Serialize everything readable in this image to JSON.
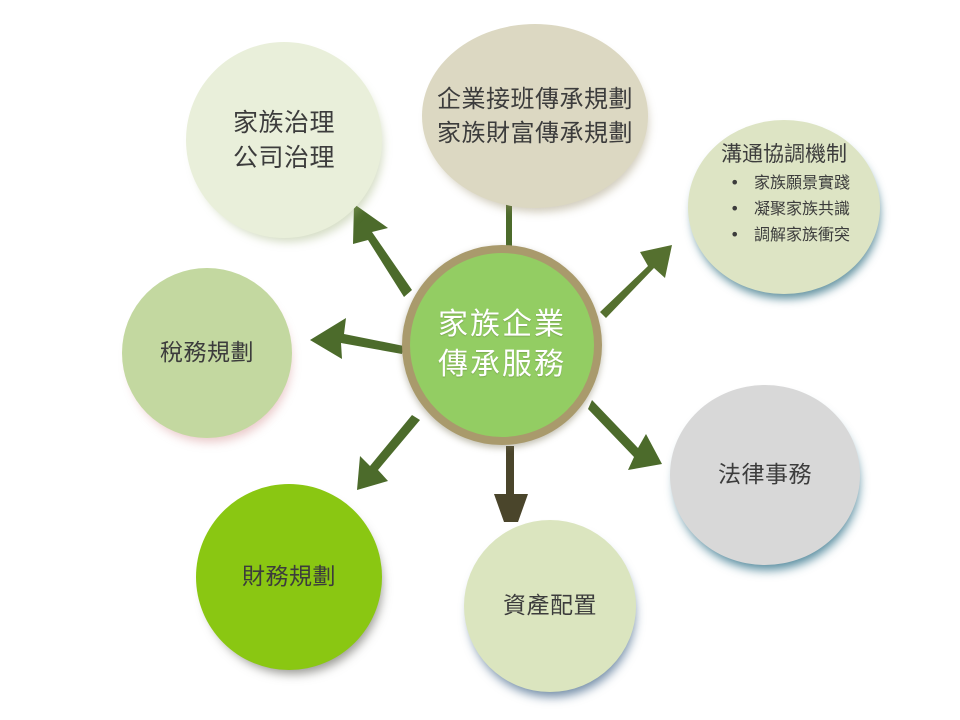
{
  "diagram": {
    "title": "家族企業傳承服務",
    "type": "hub-and-spoke",
    "background_color": "#ffffff",
    "hub": {
      "id": "hub",
      "lines": [
        "家族企業",
        "傳承服務"
      ],
      "fill_color": "#93cd63",
      "ring_color": "#a99a6c",
      "text_color": "#ffffff"
    },
    "nodes": [
      {
        "id": "governance",
        "lines": [
          "家族治理",
          "公司治理"
        ],
        "fill_color": "#e9efda",
        "shadow_color": "#a6ba78",
        "position": "top-left"
      },
      {
        "id": "succession",
        "lines": [
          "企業接班傳承規劃",
          "家族財富傳承規劃"
        ],
        "fill_color": "#dcd8c2",
        "shadow_color": "#9a9170",
        "position": "top"
      },
      {
        "id": "communication",
        "heading": "溝通協調機制",
        "bullet_glyph": "•",
        "bullets": [
          "家族願景實踐",
          "凝聚家族共識",
          "調解家族衝突"
        ],
        "fill_color": "#dde4c4",
        "shadow_color": "#28697d",
        "position": "right-top"
      },
      {
        "id": "tax",
        "lines": [
          "稅務規劃"
        ],
        "fill_color": "#c3d8a0",
        "shadow_color": "#e1b4b4",
        "position": "left"
      },
      {
        "id": "finance",
        "lines": [
          "財務規劃"
        ],
        "fill_color": "#8ac712",
        "shadow_color": "#46463c",
        "position": "bottom-left"
      },
      {
        "id": "asset",
        "lines": [
          "資產配置"
        ],
        "fill_color": "#dbe5bf",
        "shadow_color": "#285078",
        "position": "bottom"
      },
      {
        "id": "legal",
        "lines": [
          "法律事務"
        ],
        "fill_color": "#d8d8d8",
        "shadow_color": "#1e647d",
        "position": "right-bottom"
      }
    ],
    "arrows": [
      {
        "id": "to-governance",
        "from": "hub",
        "to": "governance",
        "color": "#4c6b2b",
        "direction": "up-left"
      },
      {
        "id": "to-succession",
        "from": "hub",
        "to": "succession",
        "color": "#4c6b2b",
        "direction": "up"
      },
      {
        "id": "to-communication",
        "from": "hub",
        "to": "communication",
        "color": "#55702f",
        "direction": "up-right"
      },
      {
        "id": "to-tax",
        "from": "hub",
        "to": "tax",
        "color": "#4c6b2b",
        "direction": "left"
      },
      {
        "id": "to-legal",
        "from": "hub",
        "to": "legal",
        "color": "#4c6b2b",
        "direction": "down-right"
      },
      {
        "id": "to-asset",
        "from": "hub",
        "to": "asset",
        "color": "#4a452b",
        "direction": "down"
      },
      {
        "id": "to-finance",
        "from": "hub",
        "to": "finance",
        "color": "#4c6b2b",
        "direction": "down-left"
      }
    ]
  }
}
